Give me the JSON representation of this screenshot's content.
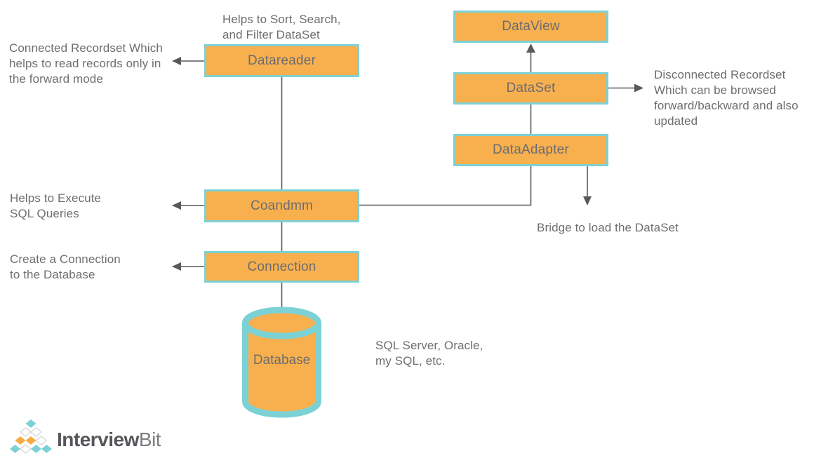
{
  "colors": {
    "node_fill": "#F8B04E",
    "node_border": "#7CD1D5",
    "connector": "#58595B",
    "annotation_text": "#6D6E71",
    "node_text": "#6B6C70",
    "logo_teal": "#7CD1D5",
    "logo_orange": "#F5AC44",
    "logo_text_primary": "#55565A",
    "logo_text_secondary": "#7D7E82"
  },
  "nodes": {
    "datareader": "Datareader",
    "command": "Coandmm",
    "connection": "Connection",
    "database": "Database",
    "dataview": "DataView",
    "dataset": "DataSet",
    "dataadapter": "DataAdapter"
  },
  "annotations": {
    "sort_filter": "Helps to Sort, Search,\nand Filter DataSet",
    "connected_recordset": "Connected Recordset Which\nhelps to read records only in\nthe forward mode",
    "execute_queries": "Helps to Execute\nSQL Queries",
    "create_connection": "Create a Connection\nto the Database",
    "disconnected_recordset": "Disconnected Recordset\nWhich can be browsed\nforward/backward and also\nupdated",
    "bridge": "Bridge to load the DataSet",
    "db_examples": "SQL Server, Oracle,\nmy SQL, etc."
  },
  "logo": {
    "name_bold": "Interview",
    "name_light": "Bit"
  }
}
